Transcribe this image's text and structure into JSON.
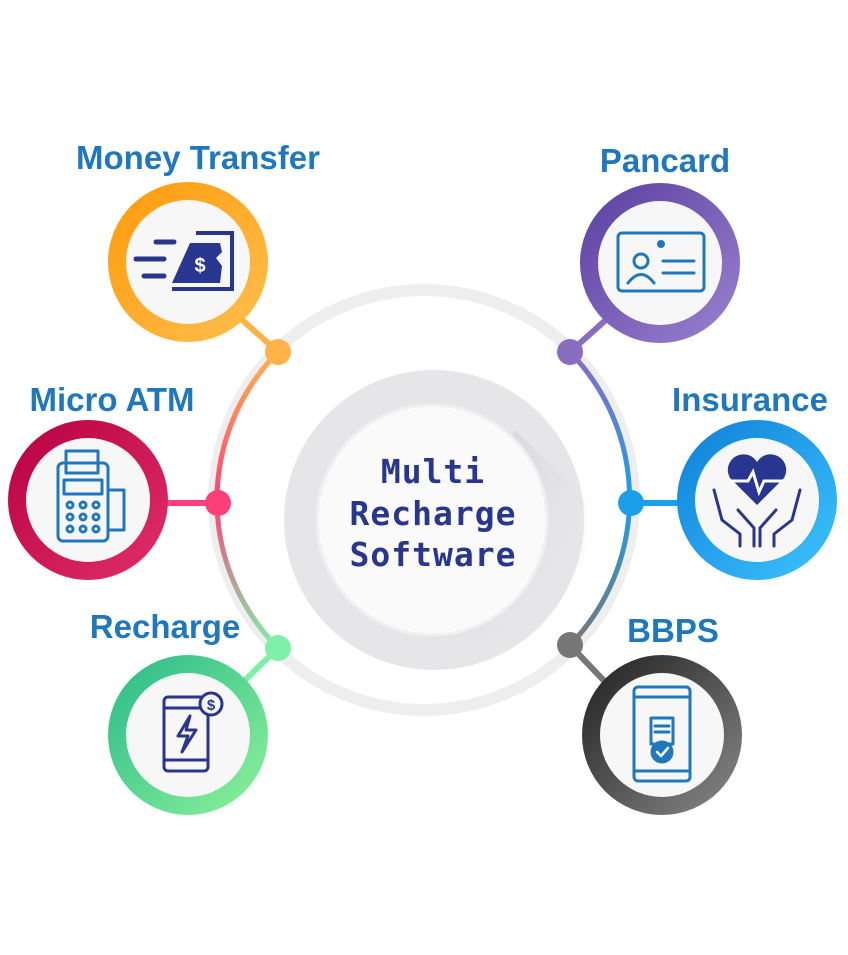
{
  "center": {
    "line1": "Multi",
    "line2": "Recharge",
    "line3": "Software"
  },
  "services": [
    {
      "label": "Money Transfer",
      "icon": "money-transfer-icon",
      "color": "#ffa41f"
    },
    {
      "label": "Micro ATM",
      "icon": "pos-terminal-icon",
      "color": "#c8003f"
    },
    {
      "label": "Recharge",
      "icon": "mobile-recharge-icon",
      "color": "#3fd38a"
    },
    {
      "label": "Pancard",
      "icon": "id-card-icon",
      "color": "#6a4fb0"
    },
    {
      "label": "Insurance",
      "icon": "heart-hands-icon",
      "color": "#1aa0ea"
    },
    {
      "label": "BBPS",
      "icon": "mobile-bill-icon",
      "color": "#3a3a3a"
    }
  ],
  "colors": {
    "text": "#1f78bd",
    "center_text": "#28368f",
    "icon": "#28368f",
    "icon_line": "#1f78bd"
  }
}
